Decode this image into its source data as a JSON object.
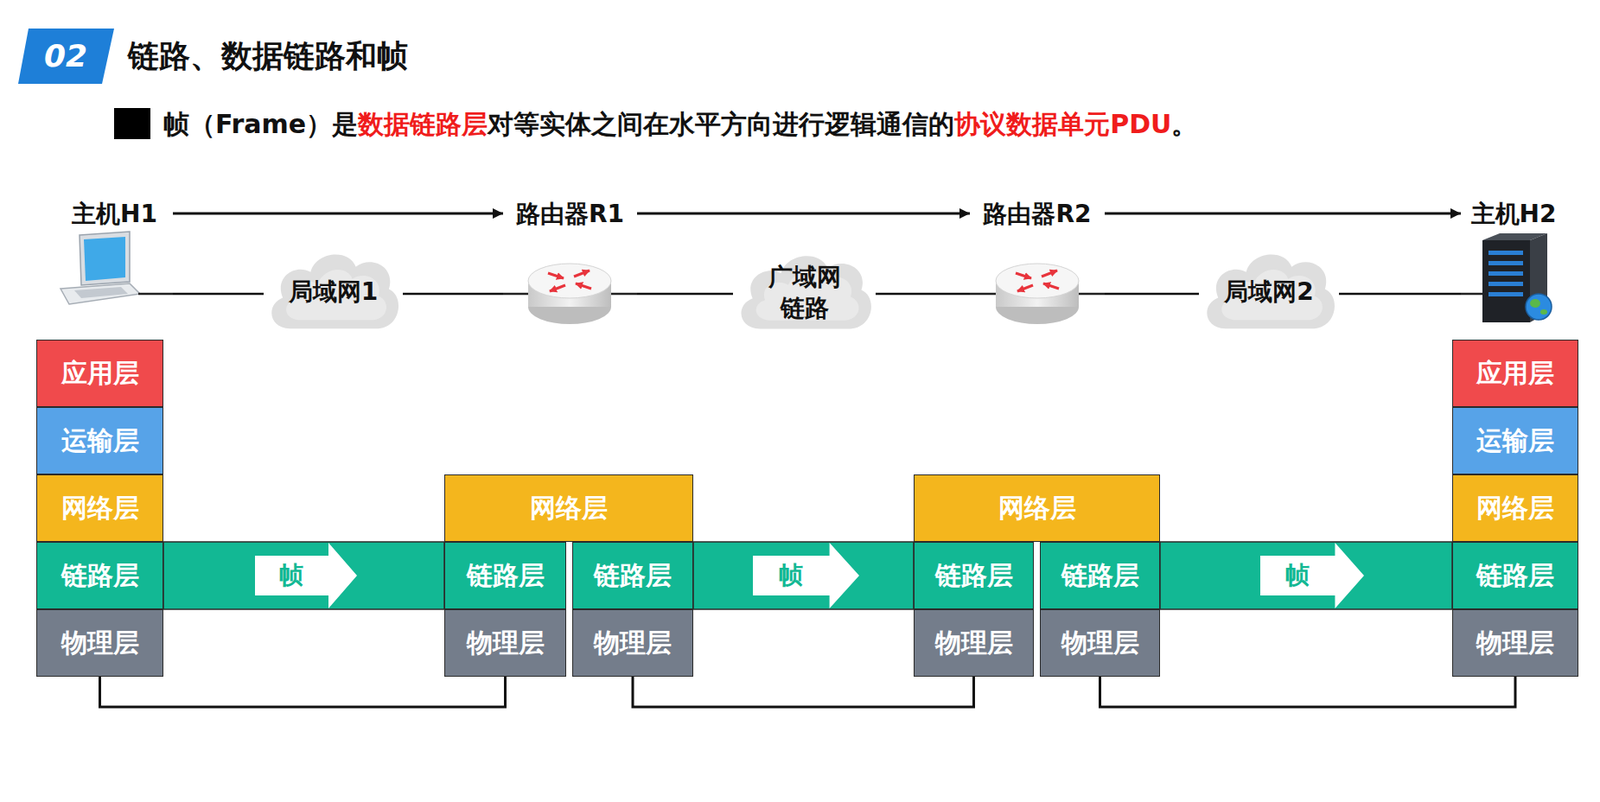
{
  "diagram": {
    "title": "链路、数据链路和帧",
    "nodes": [
      {
        "text": [
          "主机H1"
        ]
      },
      {
        "text": [
          "路由器R1"
        ]
      },
      {
        "text": [
          "路由器R2"
        ]
      },
      {
        "text": [
          "主机H2"
        ]
      },
      {
        "text": [
          "局域网1"
        ]
      },
      {
        "text": [
          "广域网 链路"
        ]
      },
      {
        "text": [
          "局域网2"
        ]
      },
      {
        "text": [
          "应用层"
        ]
      },
      {
        "text": [
          "运输层"
        ]
      },
      {
        "text": [
          "网络层"
        ]
      },
      {
        "text": [
          "链路层"
        ]
      },
      {
        "text": [
          "物理层"
        ]
      },
      {
        "text": [
          "网络层"
        ]
      },
      {
        "text": [
          "链路层"
        ]
      },
      {
        "text": [
          "物理层"
        ]
      },
      {
        "text": [
          "链路层"
        ]
      },
      {
        "text": [
          "物理层"
        ]
      },
      {
        "text": [
          "网络层"
        ]
      },
      {
        "text": [
          "链路层"
        ]
      },
      {
        "text": [
          "物理层"
        ]
      },
      {
        "text": [
          "链路层"
        ]
      },
      {
        "text": [
          "物理层"
        ]
      },
      {
        "text": [
          "应用层"
        ]
      },
      {
        "text": [
          "运输层"
        ]
      },
      {
        "text": [
          "网络层"
        ]
      },
      {
        "text": [
          "链路层"
        ]
      },
      {
        "text": [
          "物理层"
        ]
      },
      {
        "text": [
          "帧"
        ]
      },
      {
        "text": [
          "帧"
        ]
      },
      {
        "text": [
          "帧"
        ]
      }
    ],
    "edges": [
      {
        "from": 0,
        "to": 1,
        "arrow": "to"
      },
      {
        "from": 1,
        "to": 2,
        "arrow": "to"
      },
      {
        "from": 2,
        "to": 3,
        "arrow": "to"
      },
      {
        "from": 0,
        "to": 4,
        "arrow": "none"
      },
      {
        "from": 4,
        "to": 1,
        "arrow": "none"
      },
      {
        "from": 1,
        "to": 5,
        "arrow": "none"
      },
      {
        "from": 5,
        "to": 2,
        "arrow": "none"
      },
      {
        "from": 2,
        "to": 6,
        "arrow": "none"
      },
      {
        "from": 6,
        "to": 3,
        "arrow": "none"
      },
      {
        "from": 11,
        "to": 14,
        "arrow": "none"
      },
      {
        "from": 16,
        "to": 19,
        "arrow": "none"
      },
      {
        "from": 21,
        "to": 26,
        "arrow": "none"
      }
    ],
    "labels": [
      "02",
      "帧（Frame）是",
      "数据链路层",
      "对等实体之间在水平方向进行逻辑通信的",
      "协议数据单元PDU",
      "。"
    ]
  }
}
